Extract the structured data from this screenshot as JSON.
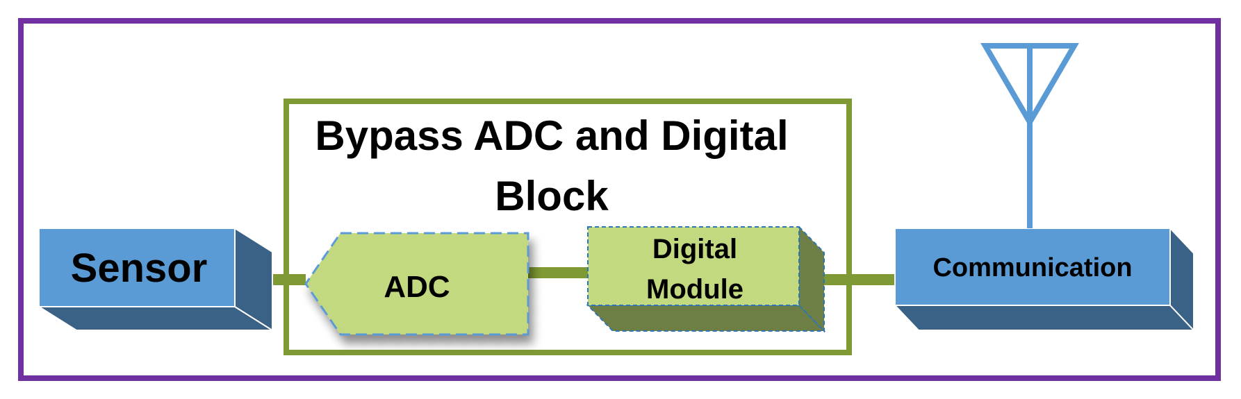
{
  "diagram": {
    "bypass_title_line1": "Bypass ADC and Digital",
    "bypass_title_line2": "Block",
    "sensor_label": "Sensor",
    "adc_label": "ADC",
    "digital_label_line1": "Digital",
    "digital_label_line2": "Module",
    "comm_label": "Communication"
  },
  "colors": {
    "outer_border": "#7030A0",
    "bypass_border": "#7F9A34",
    "block_blue": "#5B9BD5",
    "block_blue_dark": "#3A6186",
    "block_green": "#C2D97F",
    "block_green_dark": "#6E7F45",
    "connector": "#7F9A34",
    "antenna": "#5B9BD5"
  }
}
